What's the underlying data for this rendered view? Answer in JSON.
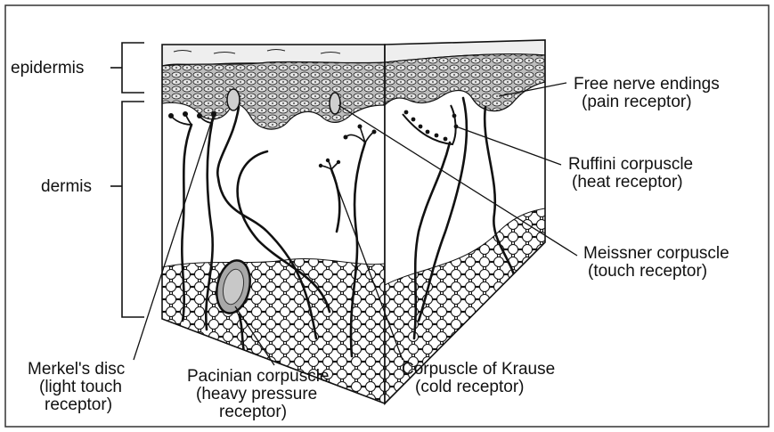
{
  "labels": {
    "epidermis": "epidermis",
    "dermis": "dermis",
    "free_nerve": [
      "Free nerve endings",
      "(pain receptor)"
    ],
    "ruffini": [
      "Ruffini corpuscle",
      "(heat receptor)"
    ],
    "meissner": [
      "Meissner corpuscle",
      "(touch receptor)"
    ],
    "merkel": [
      "Merkel's disc",
      "(light touch",
      "receptor)"
    ],
    "pacinian": [
      "Pacinian corpuscle",
      "(heavy pressure",
      "receptor)"
    ],
    "krause": [
      "Corpuscle of Krause",
      "(cold receptor)"
    ]
  },
  "colors": {
    "ink": "#111111",
    "epidermis_fill": "#9a9a9a",
    "stratum_fill": "#d8d8d8",
    "fat_fill": "#ffffff",
    "pacinian_fill": "#a8a8a8"
  }
}
